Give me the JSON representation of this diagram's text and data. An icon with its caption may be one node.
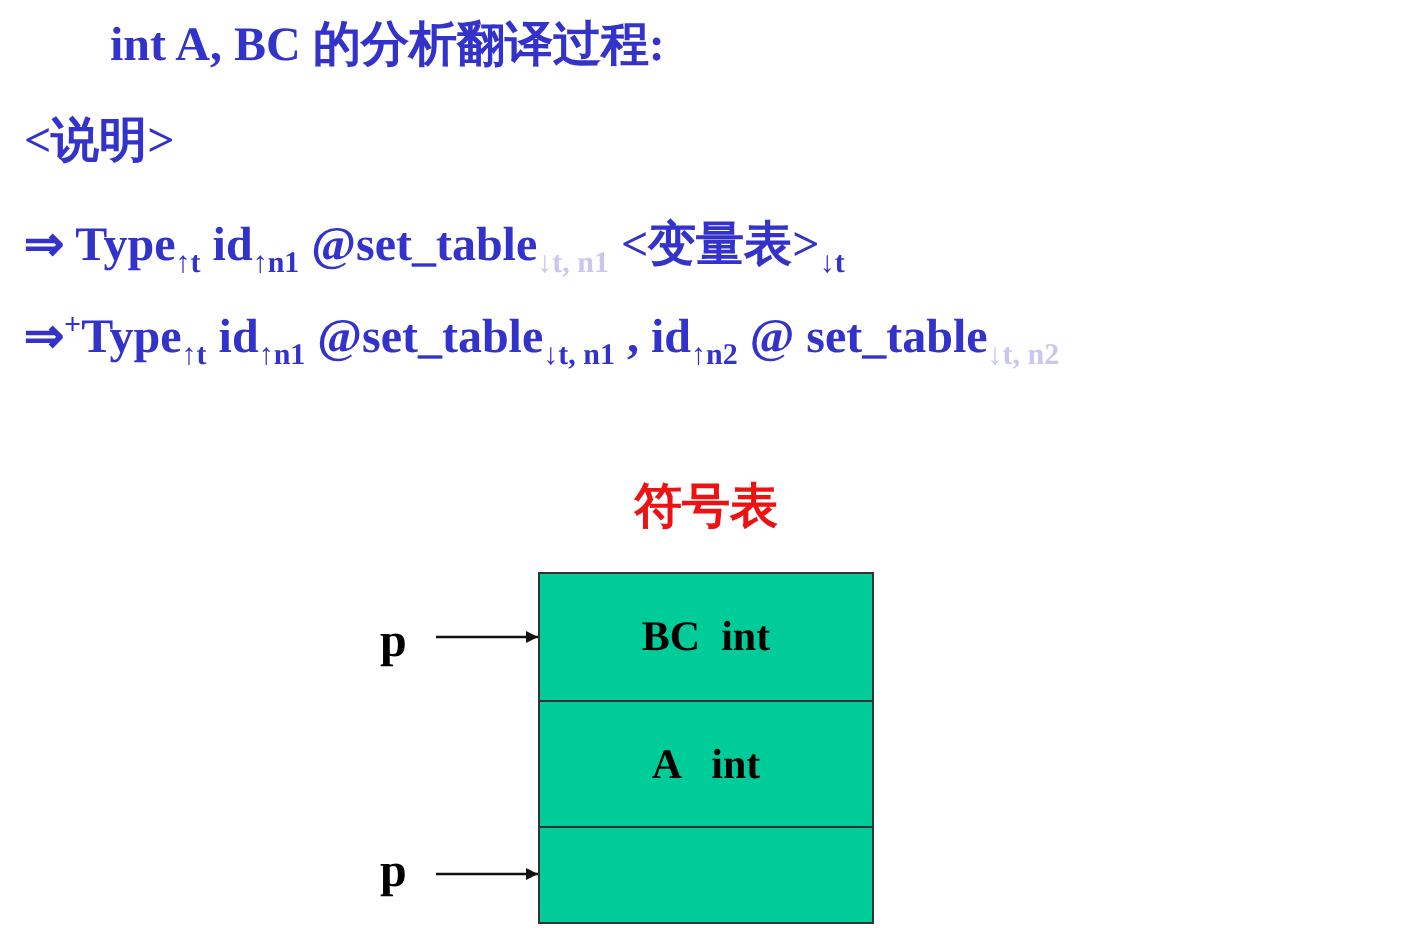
{
  "diagram": {
    "nodes": [
      {
        "text": [
          "符号表"
        ]
      },
      {
        "text": [
          "BC  int"
        ],
        "in": 0
      },
      {
        "text": [
          "A   int"
        ],
        "in": 0
      },
      {
        "text": [],
        "shape": "box",
        "in": 0
      },
      {
        "text": [
          "p"
        ]
      },
      {
        "text": [
          "p"
        ]
      }
    ],
    "edges": [
      {
        "from": 4,
        "to": 1,
        "arrow": "to"
      },
      {
        "from": 5,
        "to": 3,
        "arrow": "to"
      }
    ],
    "labels": [
      "int  A, BC  的分析翻译过程:",
      "<说明>",
      "⇒ Type$_{↑t}$ id$_{↑n1}$ @set_table$_{↓t, n1}$ <变量表>$_{↓t}$",
      "⇒$^{+}$Type$_{↑t}$ id$_{↑n1}$ @set_table$_{↓t, n1}$ , id$_{↑n2}$ @ set_table$_{↓t, n2}$"
    ]
  }
}
